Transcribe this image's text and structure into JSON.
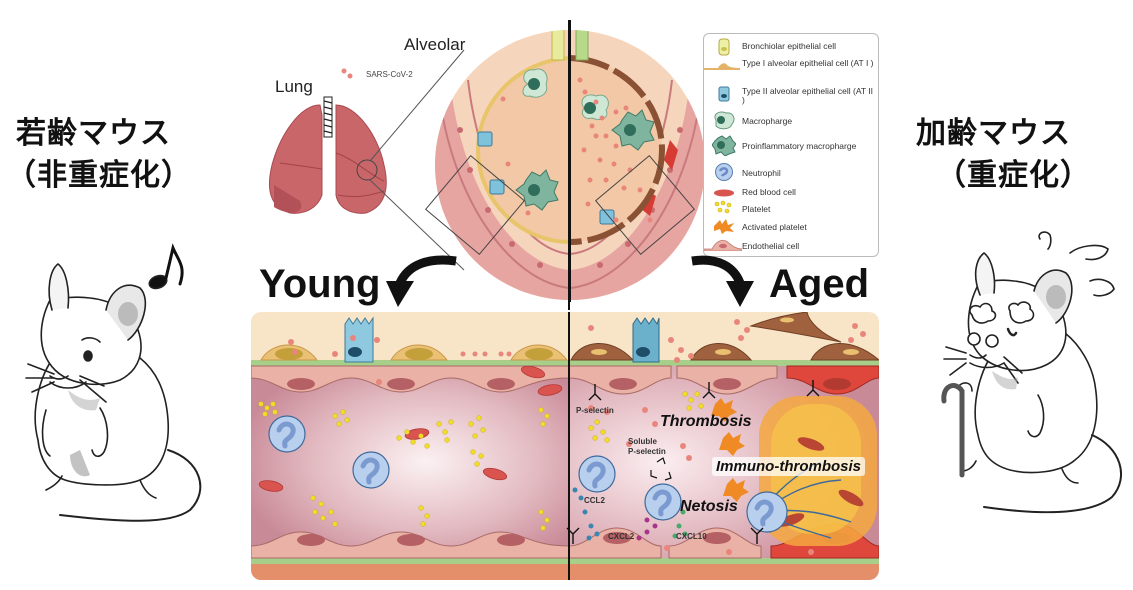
{
  "left_panel": {
    "title_line1": "若齢マウス",
    "title_line2": "（非重症化）"
  },
  "right_panel": {
    "title_line1": "加齢マウス",
    "title_line2": "（重症化）"
  },
  "top_labels": {
    "alveolar": "Alveolar",
    "lung": "Lung",
    "virus": "SARS-CoV-2"
  },
  "condition_labels": {
    "young": "Young",
    "aged": "Aged"
  },
  "legend": {
    "items": [
      {
        "icon": "bronchiolar-epithelial-cell-icon",
        "label": "Bronchiolar epithelial  cell"
      },
      {
        "icon": "type1-alveolar-cell-icon",
        "label": "Type I alveolar epithelial  cell (AT I )"
      },
      {
        "icon": "type2-alveolar-cell-icon",
        "label": "Type II alveolar epithelial  cell (AT II )"
      },
      {
        "icon": "macrophage-icon",
        "label": "Macropharge"
      },
      {
        "icon": "proinflammatory-macrophage-icon",
        "label": "Proinflammatory macropharge"
      },
      {
        "icon": "neutrophil-icon",
        "label": "Neutrophil"
      },
      {
        "icon": "red-blood-cell-icon",
        "label": "Red  blood cell"
      },
      {
        "icon": "platelet-icon",
        "label": "Platelet"
      },
      {
        "icon": "activated-platelet-icon",
        "label": "Activated platelet"
      },
      {
        "icon": "endothelial-cell-icon",
        "label": "Endothelial cell"
      }
    ]
  },
  "aged_annotations": {
    "p_selectin": "P-selectin",
    "soluble_line1": "Soluble",
    "soluble_line2": "P-selectin",
    "thrombosis": "Thrombosis",
    "immuno_thrombosis": "Immuno-thrombosis",
    "netosis": "Netosis",
    "ccl2": "CCL2",
    "cxcl2": "CXCL2",
    "cxcl10": "CXCL10"
  },
  "colors": {
    "vessel_lumen": "#c98a98",
    "lumen_center": "#f6e9ec",
    "tissue": "#f7e3c8",
    "endothelium": "#e8a59c",
    "rbc": "#d9534f",
    "platelet": "#f2dc2a",
    "activated_platelet": "#f08a24",
    "neutrophil": "#a9c4e6",
    "virus": "#e07a70",
    "green_membrane": "#a8cf8a",
    "at2_cell": "#8ec9e0",
    "macrophage": "#8ab8a0"
  }
}
